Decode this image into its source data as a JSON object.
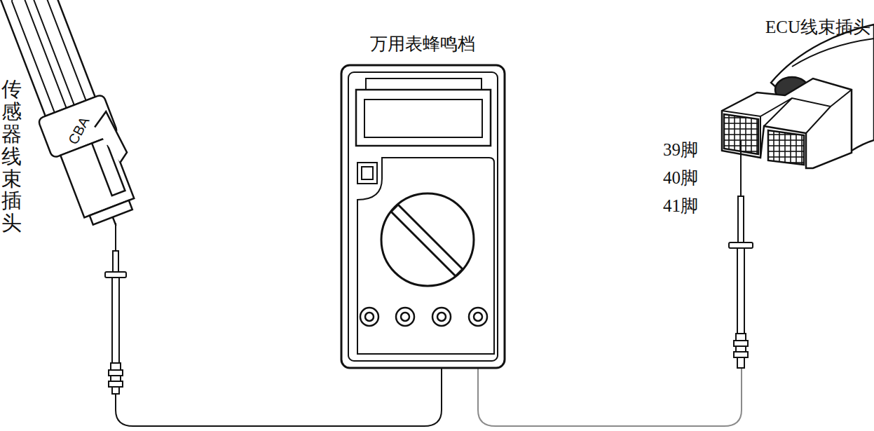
{
  "diagram": {
    "labels": [
      "传感器线束插头",
      "CBA",
      "万用表蜂鸣档",
      "ECU线束插头",
      "39脚",
      "40脚",
      "41脚"
    ]
  }
}
